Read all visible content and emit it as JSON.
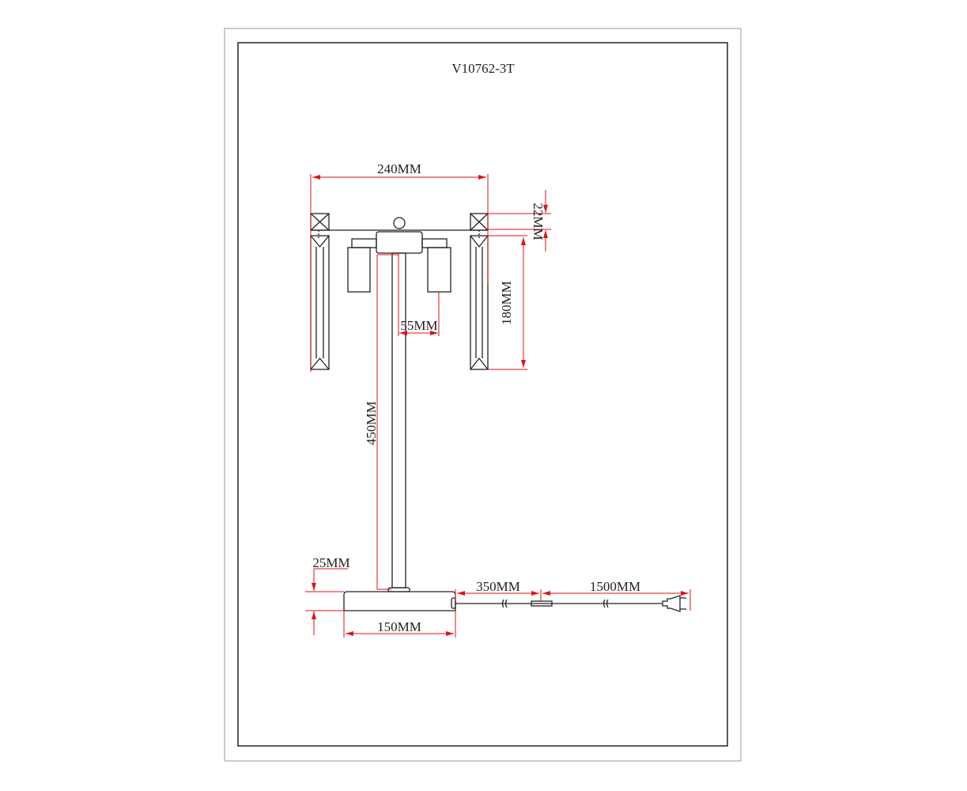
{
  "drawing": {
    "model": "V10762-3T",
    "colors": {
      "outline": "#222222",
      "dimension": "#e0121a"
    },
    "dimensions": {
      "width": "240MM",
      "canopy_height": "22MM",
      "crystal_height": "180MM",
      "arm_offset": "55MM",
      "stem_height": "450MM",
      "base_height": "25MM",
      "base_diameter": "150MM",
      "cord_to_switch": "350MM",
      "switch_to_plug": "1500MM"
    }
  }
}
